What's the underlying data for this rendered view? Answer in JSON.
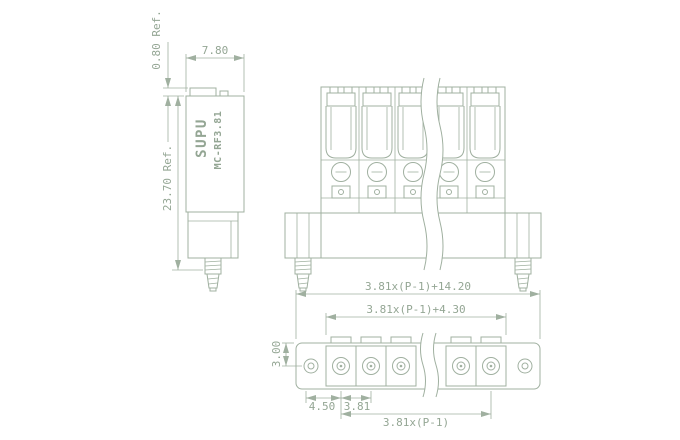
{
  "drawing": {
    "brand": "SUPU",
    "model": "MC-RF3.81",
    "side_view": {
      "dim_width": "7.80",
      "dim_tab_ref": "0.80 Ref.",
      "dim_height_ref": "23.70 Ref."
    },
    "bottom_view": {
      "dim_total": "3.81x(P-1)+14.20",
      "dim_inner": "3.81x(P-1)+4.30",
      "dim_edge": "3.00",
      "dim_lead": "4.50",
      "dim_pitch": "3.81",
      "dim_span": "3.81x(P-1)"
    },
    "colors": {
      "line": "#a0b0a0",
      "text": "#94a694",
      "background": "#ffffff"
    }
  }
}
